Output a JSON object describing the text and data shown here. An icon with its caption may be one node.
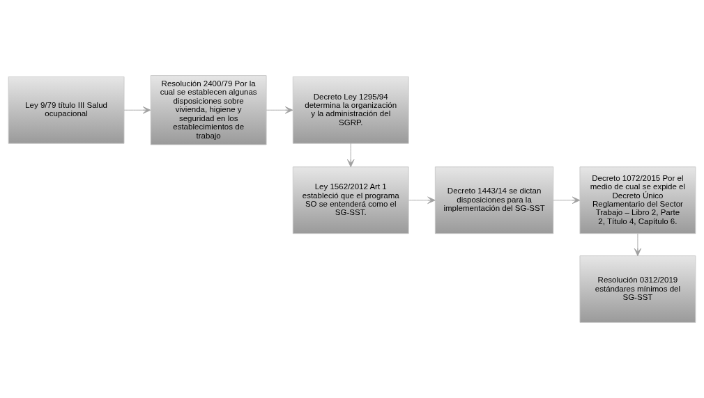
{
  "diagram": {
    "nodes": [
      {
        "text": [
          "Ley 9/79 título III Salud ocupacional"
        ]
      },
      {
        "text": [
          "Resolución 2400/79 Por la cual se establecen algunas disposiciones sobre vivienda, higiene y seguridad en los establecimientos de trabajo"
        ]
      },
      {
        "text": [
          "Decreto Ley 1295/94 determina la organización y la administración del SGRP."
        ]
      },
      {
        "text": [
          "Ley 1562/2012 Art 1 estableció que el programa SO se entenderá como el SG-SST."
        ]
      },
      {
        "text": [
          "Decreto 1443/14 se dictan disposiciones para la implementación del SG-SST"
        ]
      },
      {
        "text": [
          "Decreto 1072/2015 Por el medio de cual se expide el Decreto Único Reglamentario del Sector Trabajo – Libro 2, Parte 2, Título 4, Capítulo 6."
        ]
      },
      {
        "text": [
          "Resolución 0312/2019 estándares mínimos del SG-SST"
        ]
      }
    ],
    "edges": [
      {
        "from": 0,
        "to": 1,
        "arrow": "to"
      },
      {
        "from": 1,
        "to": 2,
        "arrow": "to"
      },
      {
        "from": 2,
        "to": 3,
        "arrow": "to"
      },
      {
        "from": 3,
        "to": 4,
        "arrow": "to"
      },
      {
        "from": 4,
        "to": 5,
        "arrow": "to"
      },
      {
        "from": 5,
        "to": 6,
        "arrow": "to"
      }
    ]
  }
}
